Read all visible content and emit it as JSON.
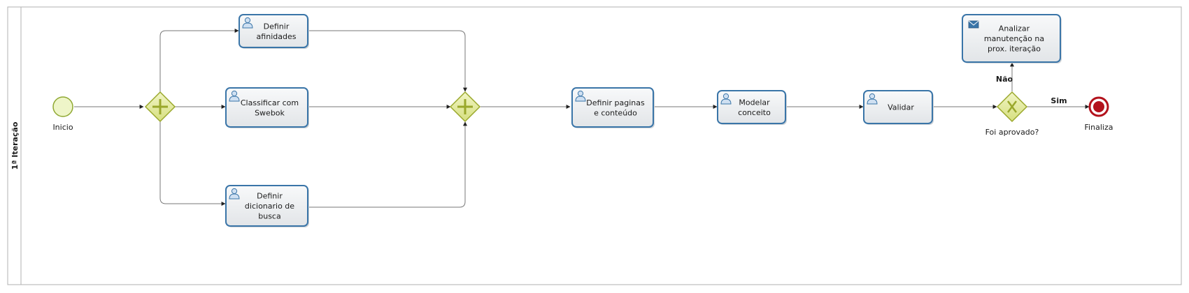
{
  "lane": {
    "label": "1ª Iteração"
  },
  "events": {
    "start": {
      "label": "Inicio"
    },
    "end": {
      "label": "Finaliza"
    }
  },
  "tasks": {
    "definir_afinidades": {
      "lines": [
        "Definir",
        "afinidades"
      ],
      "icon": "user-icon"
    },
    "classificar_swebok": {
      "lines": [
        "Classificar com",
        "Swebok"
      ],
      "icon": "user-icon"
    },
    "definir_dicionario": {
      "lines": [
        "Definir",
        "dicionario de",
        "busca"
      ],
      "icon": "user-icon"
    },
    "definir_paginas": {
      "lines": [
        "Definir paginas",
        "e conteúdo"
      ],
      "icon": "user-icon"
    },
    "modelar_conceito": {
      "lines": [
        "Modelar",
        "conceito"
      ],
      "icon": "user-icon"
    },
    "validar": {
      "lines": [
        "Validar"
      ],
      "icon": "user-icon"
    },
    "analizar_manutencao": {
      "lines": [
        "Analizar",
        "manutenção na",
        "prox. iteração"
      ],
      "icon": "envelope-icon"
    }
  },
  "gateways": {
    "split": {
      "type": "parallel"
    },
    "join": {
      "type": "parallel"
    },
    "decision": {
      "type": "exclusive",
      "label": "Foi aprovado?"
    }
  },
  "flows": {
    "nao": {
      "label": "Não"
    },
    "sim": {
      "label": "Sim"
    }
  },
  "colors": {
    "task_border": "#3a75a8",
    "task_fill": "#eef0f2",
    "gateway_border": "#9aa82b",
    "gateway_fill": "#e3ea9e",
    "start_border": "#8fa832",
    "start_fill": "#eef5c8",
    "end_color": "#b3121c",
    "flow_line": "#777777",
    "lane_border": "#b0b0b0"
  }
}
